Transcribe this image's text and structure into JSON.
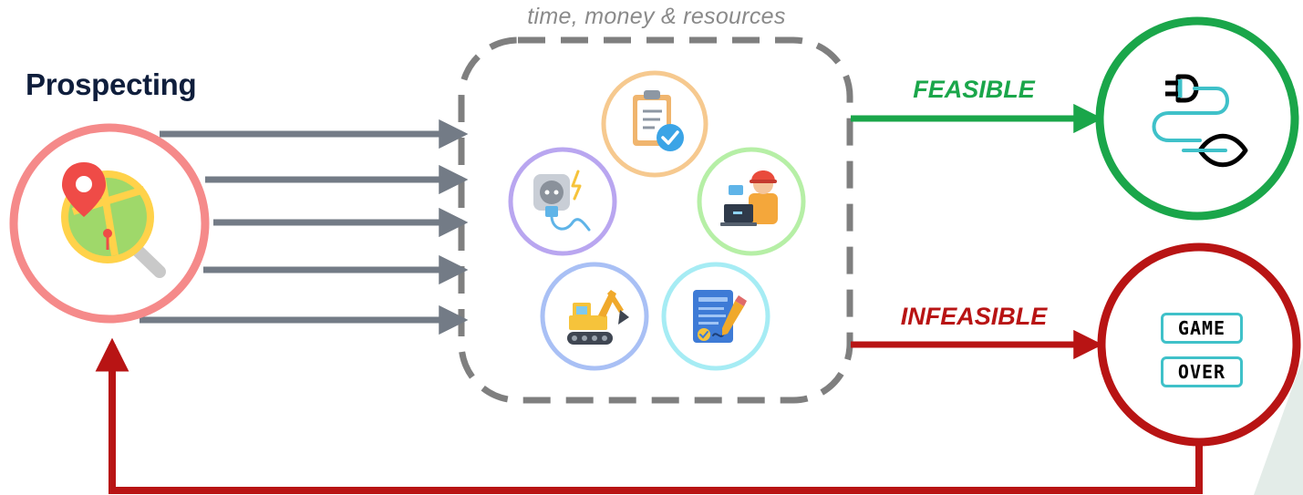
{
  "title": "Prospecting",
  "note": "time, money & resources",
  "outcomes": {
    "feasible": {
      "label": "FEASIBLE",
      "color": "#1aa64a"
    },
    "infeasible": {
      "label": "INFEASIBLE",
      "color": "#b81414"
    }
  },
  "game_over": {
    "line1": "GAME",
    "line2": "OVER"
  },
  "colors": {
    "prospect_ring": "#f58a8a",
    "input_arrows": "#737b86",
    "dashed_box": "#7f7f7f",
    "icon_accent": "#3fc1c9",
    "stage_rings": [
      "#f6c98f",
      "#b9a6f0",
      "#b6efa6",
      "#a9c0f5",
      "#a6ecf4"
    ]
  },
  "icons": {
    "prospect": "map-search-icon",
    "stages": [
      "checklist-icon",
      "electric-socket-icon",
      "engineer-laptop-icon",
      "excavator-icon",
      "contract-icon"
    ],
    "feasible": "plug-leaf-icon"
  }
}
